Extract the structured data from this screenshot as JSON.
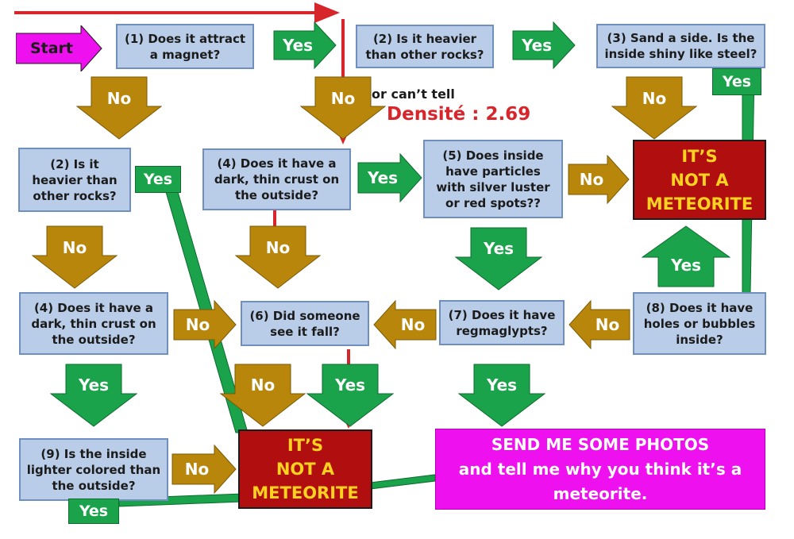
{
  "start_label": "Start",
  "boxes": {
    "q1": "(1) Does it attract\na magnet?",
    "q2_top": "(2) Is it heavier\nthan other rocks?",
    "q3": "(3) Sand a side. Is the\ninside shiny like steel?",
    "q2_left": "(2) Is it\nheavier than\nother rocks?",
    "q4_mid": "(4) Does it have a\ndark, thin crust on\nthe outside?",
    "q5": "(5) Does inside\nhave particles\nwith silver luster\nor red spots??",
    "q4_left": "(4) Does it have a\ndark, thin crust on\nthe outside?",
    "q6": "(6) Did someone\nsee it fall?",
    "q7": "(7) Does it have\nregmaglypts?",
    "q8": "(8) Does it have\nholes or bubbles\ninside?",
    "q9": "(9) Is the inside\nlighter colored than\nthe outside?"
  },
  "not_meteorite": "IT’S\nNOT A\nMETEORITE",
  "send_photos": "SEND ME SOME PHOTOS\nand tell me why you think it’s a\nmeteorite.",
  "labels": {
    "yes": "Yes",
    "no": "No",
    "or_cant_tell": "or can’t tell"
  },
  "annotation": "Densité : 2.69",
  "colors": {
    "question_fill": "#b9cde8",
    "not_meteorite_fill": "#b10f0f",
    "not_meteorite_text": "#ffd21f",
    "photos_fill": "#ee10ee",
    "yes_arrow": "#1aa34a",
    "no_arrow": "#b8860b",
    "start_arrow": "#ee10ee",
    "annotation_red": "#d7262b"
  }
}
